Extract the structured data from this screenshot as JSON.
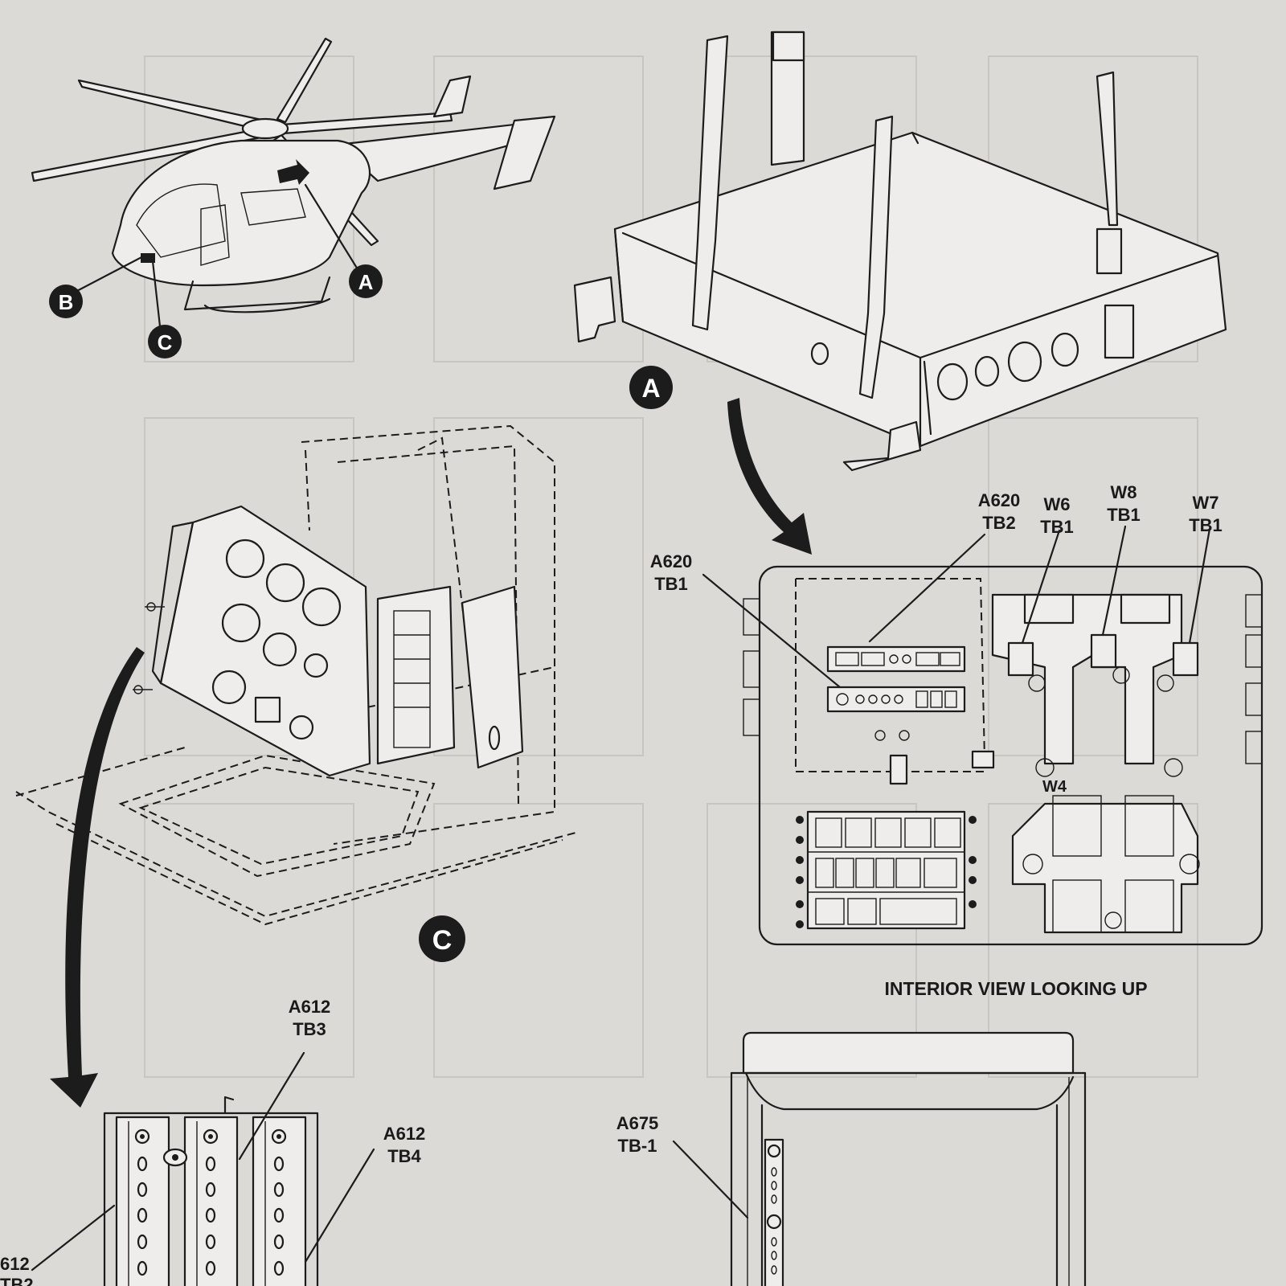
{
  "callouts": {
    "a": "A",
    "b": "B",
    "c": "C",
    "detail_a": "A",
    "detail_c": "C"
  },
  "labels": {
    "a620_tb2": [
      "A620",
      "TB2"
    ],
    "w6_tb1": [
      "W6",
      "TB1"
    ],
    "w8_tb1": [
      "W8",
      "TB1"
    ],
    "w7_tb1": [
      "W7",
      "TB1"
    ],
    "a620_tb1": [
      "A620",
      "TB1"
    ],
    "w4": "W4",
    "a612_tb3": [
      "A612",
      "TB3"
    ],
    "a612_tb4": [
      "A612",
      "TB4"
    ],
    "a612_tb2": [
      "612",
      "TB2"
    ],
    "a675_tb1": [
      "A675",
      "TB-1"
    ]
  },
  "captions": {
    "interior_view": "INTERIOR VIEW LOOKING UP"
  },
  "colors": {
    "paper": "#dcdad7",
    "ink": "#1c1c1c",
    "ghost": "#c9c6c2"
  }
}
